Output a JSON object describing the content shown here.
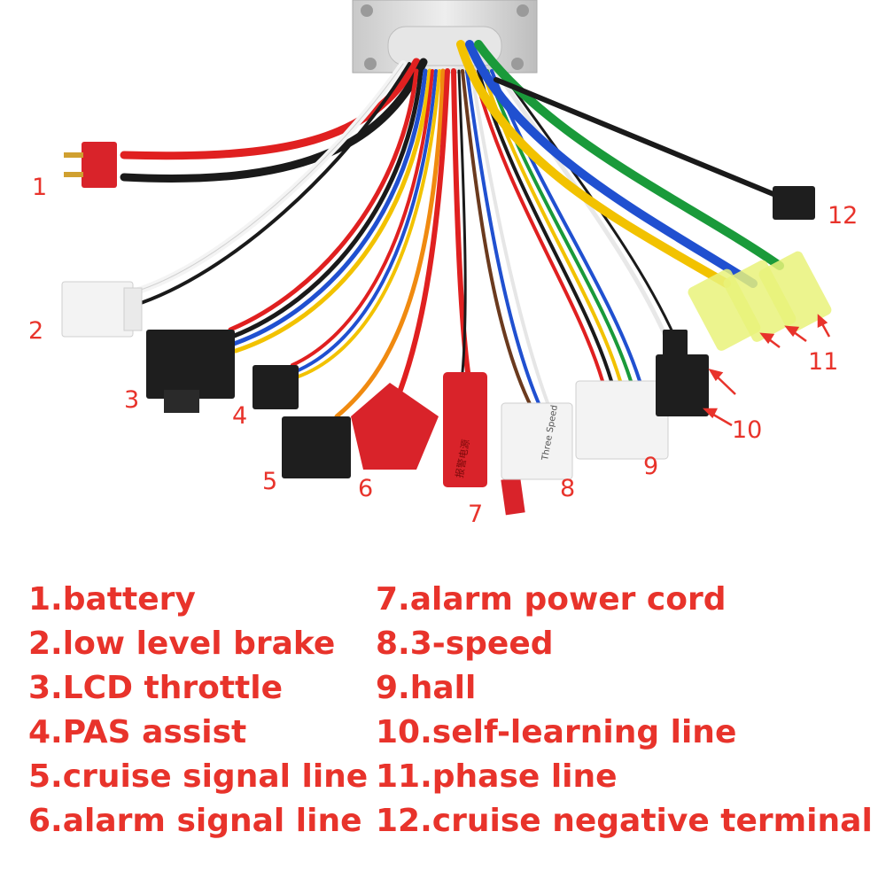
{
  "callouts": [
    {
      "num": "1"
    },
    {
      "num": "2"
    },
    {
      "num": "3"
    },
    {
      "num": "4"
    },
    {
      "num": "5"
    },
    {
      "num": "6"
    },
    {
      "num": "7"
    },
    {
      "num": "8"
    },
    {
      "num": "9"
    },
    {
      "num": "10"
    },
    {
      "num": "11"
    },
    {
      "num": "12"
    }
  ],
  "connector_text": {
    "speed_plug": "Three Speed",
    "alarm_plug": "报警电源"
  },
  "legend": {
    "left": [
      "1.battery",
      "2.low level brake",
      "3.LCD throttle",
      "4.PAS assist",
      "5.cruise signal line",
      "6.alarm signal line"
    ],
    "right": [
      "7.alarm power cord",
      "8.3-speed",
      "9.hall",
      "10.self-learning line",
      "11.phase line",
      "12.cruise negative terminal"
    ]
  },
  "colors": {
    "label_red": "#e8332b",
    "wire_red": "#e02020",
    "wire_black": "#1a1a1a",
    "wire_yellow": "#f2c200",
    "wire_green": "#1a9a3a",
    "wire_blue": "#2050d0",
    "wire_orange": "#f08a10",
    "wire_brown": "#6b3a1e",
    "wire_white": "#f4f4f4",
    "connector_red": "#d9232a",
    "connector_black": "#1e1e1e",
    "connector_white": "#f3f3f3",
    "connector_yellow": "#e9f27a"
  }
}
